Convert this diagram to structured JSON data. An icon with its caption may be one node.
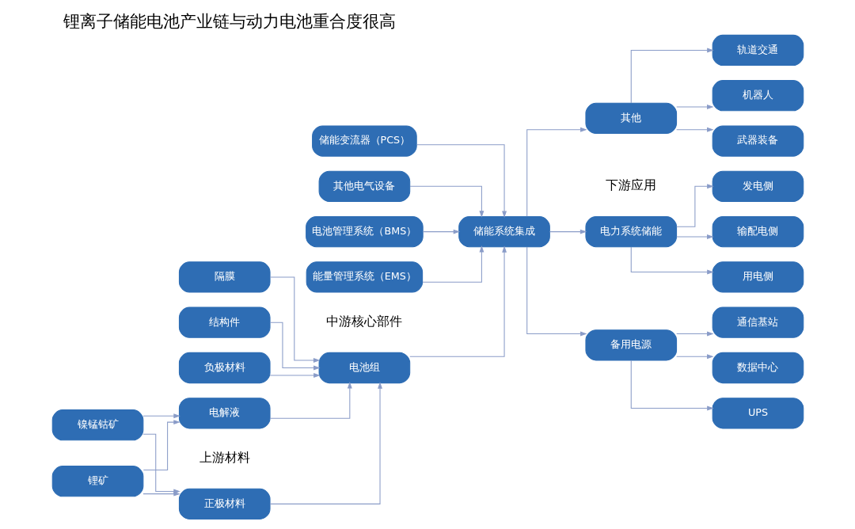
{
  "diagram": {
    "title": "锂离子储能电池产业链与动力电池重合度很高",
    "nodes": [
      {
        "text": [
          "镍锰钴矿"
        ]
      },
      {
        "text": [
          "锂矿"
        ]
      },
      {
        "text": [
          "正极材料"
        ]
      },
      {
        "text": [
          "负极材料"
        ]
      },
      {
        "text": [
          "电解液"
        ]
      },
      {
        "text": [
          "隔膜"
        ]
      },
      {
        "text": [
          "结构件"
        ]
      },
      {
        "text": [
          "电池组"
        ]
      },
      {
        "text": [
          "电池管理系统（BMS）"
        ]
      },
      {
        "text": [
          "能量管理系统（EMS）"
        ]
      },
      {
        "text": [
          "储能变流器（PCS）"
        ]
      },
      {
        "text": [
          "其他电气设备"
        ]
      },
      {
        "text": [
          "储能系统集成"
        ]
      },
      {
        "text": [
          "电力系统储能"
        ]
      },
      {
        "text": [
          "备用电源"
        ]
      },
      {
        "text": [
          "其他"
        ]
      },
      {
        "text": [
          "发电侧"
        ]
      },
      {
        "text": [
          "输配电侧"
        ]
      },
      {
        "text": [
          "用电侧"
        ]
      },
      {
        "text": [
          "通信基站"
        ]
      },
      {
        "text": [
          "数据中心"
        ]
      },
      {
        "text": [
          "UPS"
        ]
      },
      {
        "text": [
          "轨道交通"
        ]
      },
      {
        "text": [
          "机器人"
        ]
      },
      {
        "text": [
          "武器装备"
        ]
      }
    ],
    "edges": [
      {
        "from": 0,
        "to": 2,
        "arrow": "to"
      },
      {
        "from": 0,
        "to": 4,
        "arrow": "to"
      },
      {
        "from": 1,
        "to": 2,
        "arrow": "to"
      },
      {
        "from": 1,
        "to": 4,
        "arrow": "to"
      },
      {
        "from": 2,
        "to": 7,
        "arrow": "to"
      },
      {
        "from": 3,
        "to": 7,
        "arrow": "to"
      },
      {
        "from": 4,
        "to": 7,
        "arrow": "to"
      },
      {
        "from": 5,
        "to": 7,
        "arrow": "to"
      },
      {
        "from": 6,
        "to": 7,
        "arrow": "to"
      },
      {
        "from": 7,
        "to": 12,
        "arrow": "to"
      },
      {
        "from": 8,
        "to": 12,
        "arrow": "to"
      },
      {
        "from": 9,
        "to": 12,
        "arrow": "to"
      },
      {
        "from": 10,
        "to": 12,
        "arrow": "to"
      },
      {
        "from": 11,
        "to": 12,
        "arrow": "to"
      },
      {
        "from": 12,
        "to": 13,
        "arrow": "to"
      },
      {
        "from": 12,
        "to": 14,
        "arrow": "to"
      },
      {
        "from": 12,
        "to": 15,
        "arrow": "to"
      },
      {
        "from": 13,
        "to": 16,
        "arrow": "to"
      },
      {
        "from": 13,
        "to": 17,
        "arrow": "to"
      },
      {
        "from": 13,
        "to": 18,
        "arrow": "to"
      },
      {
        "from": 14,
        "to": 19,
        "arrow": "to"
      },
      {
        "from": 14,
        "to": 20,
        "arrow": "to"
      },
      {
        "from": 14,
        "to": 21,
        "arrow": "to"
      },
      {
        "from": 15,
        "to": 22,
        "arrow": "to"
      },
      {
        "from": 15,
        "to": 23,
        "arrow": "to"
      },
      {
        "from": 15,
        "to": 24,
        "arrow": "to"
      }
    ],
    "labels": [
      "上游材料",
      "中游核心部件",
      "下游应用"
    ]
  }
}
